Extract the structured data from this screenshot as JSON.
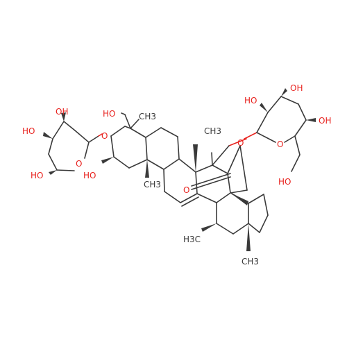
{
  "molecule": {
    "atom_labels": [
      {
        "id": "xyl-oh-top",
        "text": "OH",
        "color": "#e8231f"
      },
      {
        "id": "xyl-oh-mid",
        "text": "HO",
        "color": "#e8231f"
      },
      {
        "id": "xyl-oh-low",
        "text": "HO",
        "color": "#e8231f"
      },
      {
        "id": "xyl-ring-o",
        "text": "O",
        "color": "#e8231f"
      },
      {
        "id": "xyl-link-o",
        "text": "O",
        "color": "#e8231f"
      },
      {
        "id": "ch2oh-a",
        "text": "HO",
        "color": "#e8231f"
      },
      {
        "id": "ring-a-oh",
        "text": "HO",
        "color": "#e8231f"
      },
      {
        "id": "me-c4",
        "text": "CH3",
        "color": "#3a3a3a"
      },
      {
        "id": "me-c14",
        "text": "CH3",
        "color": "#3a3a3a"
      },
      {
        "id": "me-c10",
        "text": "CH3",
        "color": "#3a3a3a"
      },
      {
        "id": "ketone-o",
        "text": "O",
        "color": "#e8231f"
      },
      {
        "id": "glc-link-o",
        "text": "O",
        "color": "#e8231f"
      },
      {
        "id": "glc-oh-1",
        "text": "HO",
        "color": "#e8231f"
      },
      {
        "id": "glc-oh-2",
        "text": "OH",
        "color": "#e8231f"
      },
      {
        "id": "glc-oh-3",
        "text": "OH",
        "color": "#e8231f"
      },
      {
        "id": "glc-ring-o",
        "text": "O",
        "color": "#e8231f"
      },
      {
        "id": "glc-ch2oh",
        "text": "HO",
        "color": "#e8231f"
      },
      {
        "id": "me-c19",
        "text": "H3C",
        "color": "#3a3a3a"
      },
      {
        "id": "me-c20",
        "text": "CH3",
        "color": "#3a3a3a"
      }
    ]
  }
}
